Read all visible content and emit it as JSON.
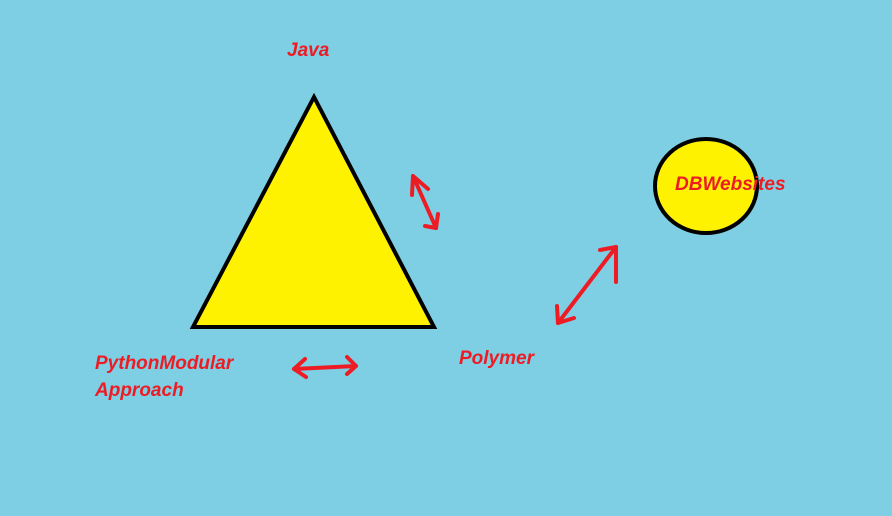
{
  "colors": {
    "background": "#7ecfe4",
    "shape_fill": "#fff200",
    "outline": "#000000",
    "annotation": "#ed1c24"
  },
  "labels": {
    "java": "Java",
    "python_line1": "PythonModular",
    "python_line2": "Approach",
    "polymer": "Polymer",
    "dbwebsites": "DBWebsites"
  }
}
